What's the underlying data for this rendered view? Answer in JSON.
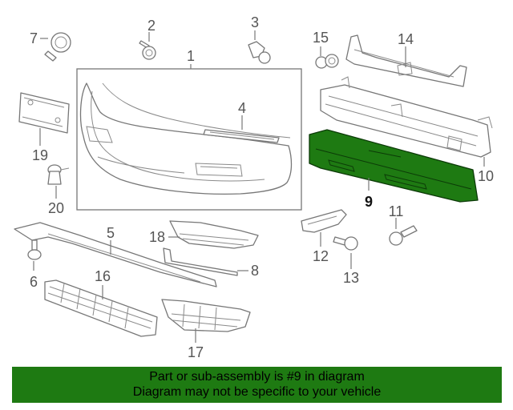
{
  "diagram": {
    "callouts": [
      "1",
      "2",
      "3",
      "4",
      "5",
      "6",
      "7",
      "8",
      "9",
      "10",
      "11",
      "12",
      "13",
      "14",
      "15",
      "16",
      "17",
      "18",
      "19",
      "20"
    ],
    "highlight_part": "9",
    "highlight_color": "#1e7a12"
  },
  "banner": {
    "line1": "Part or sub-assembly is #9 in diagram",
    "line2": "Diagram may not be specific to your vehicle",
    "background": "#1e7a12"
  }
}
